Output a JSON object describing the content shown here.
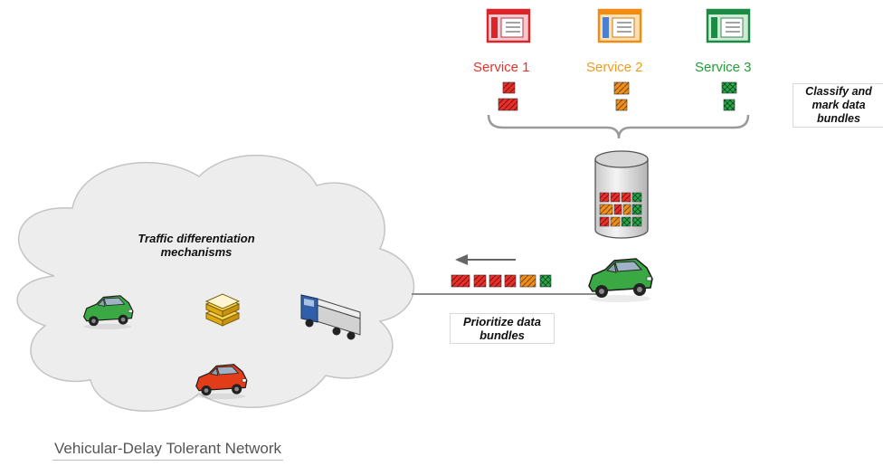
{
  "services": [
    {
      "label": "Service 1",
      "color": "#e8302b",
      "panel": "#d9262a",
      "panel_bg": "#f4c8cf"
    },
    {
      "label": "Service 2",
      "color": "#f29b1d",
      "panel": "#f08c14",
      "panel_bg": "#fde0b0"
    },
    {
      "label": "Service 3",
      "color": "#1f9e3a",
      "panel": "#1a8a45",
      "panel_bg": "#cfead4"
    }
  ],
  "classify_note": [
    "Classify and",
    "mark data",
    "bundles"
  ],
  "cloud_title": [
    "Traffic differentiation",
    "mechanisms"
  ],
  "prioritize_note": [
    "Prioritize data",
    "bundles"
  ],
  "network_label": "Vehicular-Delay Tolerant Network",
  "icons": {
    "app_window": "app-window-icon",
    "database": "database-cylinder-icon",
    "car": "car-icon",
    "truck": "truck-icon",
    "stack": "stack-boxes-icon",
    "arrow": "arrow-left-icon"
  },
  "colors": {
    "red_bundle": "#e8302b",
    "orange_bundle": "#f0901c",
    "green_bundle": "#2aa84a",
    "cloud_fill": "#ededed",
    "car_green": "#3aa944",
    "car_red": "#e23c18",
    "stack_yellow": "#f3c11b"
  }
}
